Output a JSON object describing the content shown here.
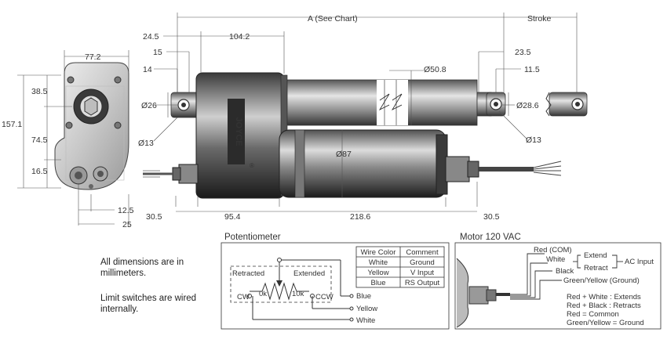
{
  "drawing": {
    "top_dims": {
      "a_see_chart": "A (See Chart)",
      "stroke": "Stroke",
      "d24_5": "24.5",
      "d104_2": "104.2",
      "d15": "15",
      "d14": "14",
      "d23_5": "23.5",
      "d11_5": "11.5",
      "d50_8": "Ø50.8",
      "d26": "Ø26",
      "d28_6": "Ø28.6",
      "d13_left": "Ø13",
      "d13_right": "Ø13",
      "d87": "Ø87"
    },
    "end_view": {
      "w77_2": "77.2",
      "h38_5": "38.5",
      "h157_1": "157.1",
      "h74_5": "74.5",
      "h16_5": "16.5",
      "d12_5": "12.5",
      "d25": "25"
    },
    "bottom_dims": {
      "d30_5_left": "30.5",
      "d95_4": "95.4",
      "d218_6": "218.6",
      "d30_5_right": "30.5"
    }
  },
  "notes": {
    "line1": "All dimensions are in",
    "line2": "millimeters.",
    "line3": "Limit switches are wired",
    "line4": "internally."
  },
  "potentiometer": {
    "title": "Potentiometer",
    "retracted": "Retracted",
    "extended": "Extended",
    "r0k": "0k",
    "r10k": "10k",
    "cw": "CW",
    "ccw": "CCW",
    "wire_blue": "Blue",
    "wire_yellow": "Yellow",
    "wire_white": "White",
    "table": {
      "headers": [
        "Wire Color",
        "Comment"
      ],
      "rows": [
        [
          "White",
          "Ground"
        ],
        [
          "Yellow",
          "V Input"
        ],
        [
          "Blue",
          "RS Output"
        ]
      ]
    }
  },
  "motor": {
    "title": "Motor 120 VAC",
    "red_com": "Red (COM)",
    "white": "White",
    "black": "Black",
    "green_yellow": "Green/Yellow (Ground)",
    "extend": "Extend",
    "retract": "Retract",
    "ac_input": "AC Input",
    "legend": [
      "Red + White : Extends",
      "Red + Black : Retracts",
      "Red = Common",
      "Green/Yellow = Ground"
    ]
  }
}
